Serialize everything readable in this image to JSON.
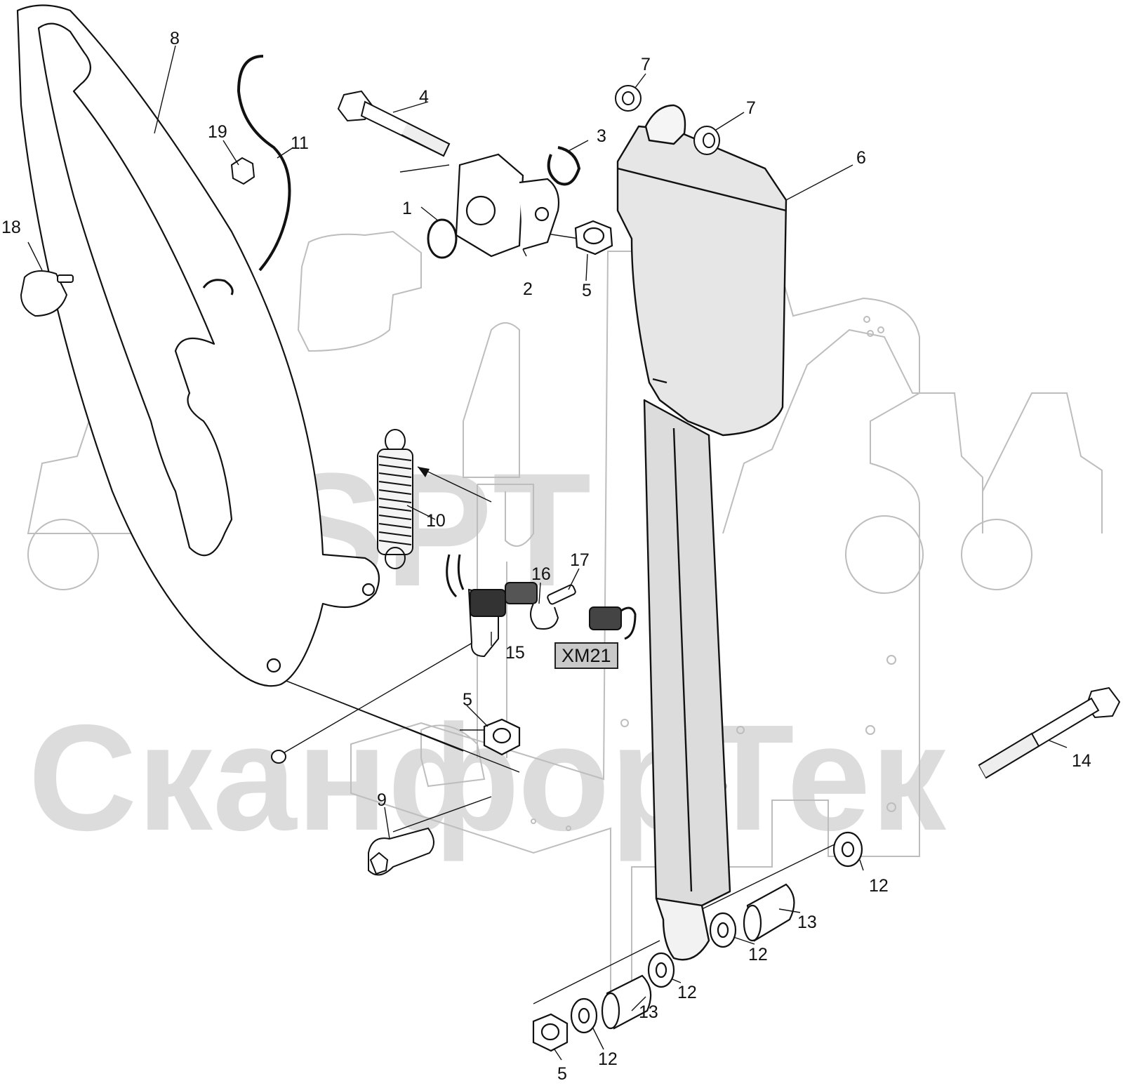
{
  "watermark": {
    "brand": "SPT",
    "company": "СканфорТек"
  },
  "connector_tag": "XM21",
  "callouts": {
    "c1": "1",
    "c2": "2",
    "c3": "3",
    "c4": "4",
    "c5a": "5",
    "c5b": "5",
    "c5c": "5",
    "c6": "6",
    "c7a": "7",
    "c7b": "7",
    "c8": "8",
    "c9": "9",
    "c10": "10",
    "c11": "11",
    "c12a": "12",
    "c12b": "12",
    "c12c": "12",
    "c12d": "12",
    "c13a": "13",
    "c13b": "13",
    "c14": "14",
    "c15": "15",
    "c16": "16",
    "c17": "17",
    "c18": "18",
    "c19": "19"
  },
  "colors": {
    "line": "#111111",
    "ghost": "#bdbdbd",
    "watermark": "#dcdcdc",
    "actuator_fill": "#e6e6e6",
    "tag_fill": "#c9c9c9"
  }
}
